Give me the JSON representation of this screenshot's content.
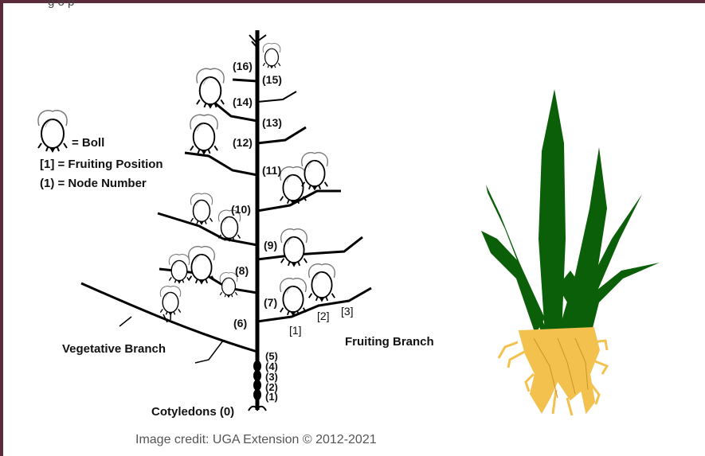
{
  "top_text": "g o  p",
  "legend": {
    "boll": "= Boll",
    "fruiting_position": "[1]  = Fruiting Position",
    "node_number": "(1)  = Node Number"
  },
  "nodes": [
    "(0)",
    "(1)",
    "(2)",
    "(3)",
    "(4)",
    "(5)",
    "(6)",
    "(7)",
    "(8)",
    "(9)",
    "(10)",
    "(11)",
    "(12)",
    "(13)",
    "(14)",
    "(15)",
    "(16)"
  ],
  "positions": [
    "[1]",
    "[2]",
    "[3]"
  ],
  "labels": {
    "vegetative_branch": "Vegetative Branch",
    "fruiting_branch": "Fruiting Branch",
    "cotyledons": "Cotyledons (0)"
  },
  "credit": "Image credit: UGA Extension © 2012-2021",
  "colors": {
    "border": "#5b2b3c",
    "leaf": "#0b5f08",
    "root": "#f2c14e",
    "stem": "#000000"
  }
}
